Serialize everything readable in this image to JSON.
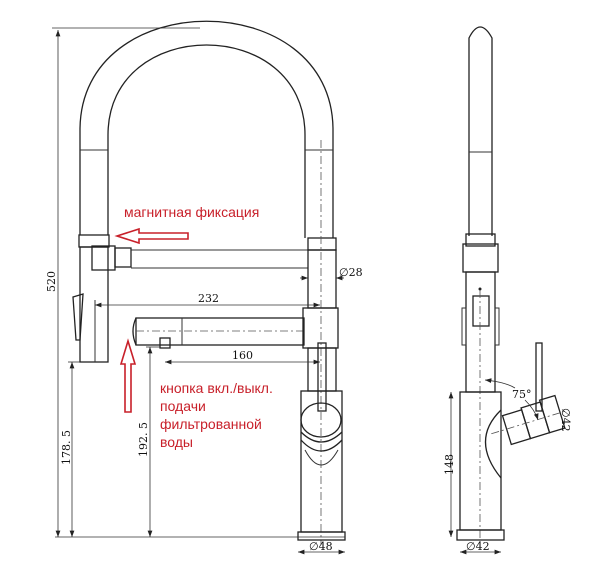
{
  "dimensions": {
    "total_height": "520",
    "hose_diameter": "∅28",
    "spout_reach": "232",
    "button_reach": "160",
    "head_height": "178. 5",
    "button_height": "192. 5",
    "base_diameter_front": "∅48",
    "angle": "75°",
    "spout_diameter_side": "∅42",
    "body_height": "148",
    "base_diameter_side": "∅42"
  },
  "notes": {
    "magnetic": "магнитная фиксация",
    "button_lines": [
      "кнопка вкл./выкл.",
      "подачи",
      "фильтрованной",
      "воды"
    ]
  },
  "colors": {
    "annotation": "#c8202a",
    "lines": "#333333"
  }
}
